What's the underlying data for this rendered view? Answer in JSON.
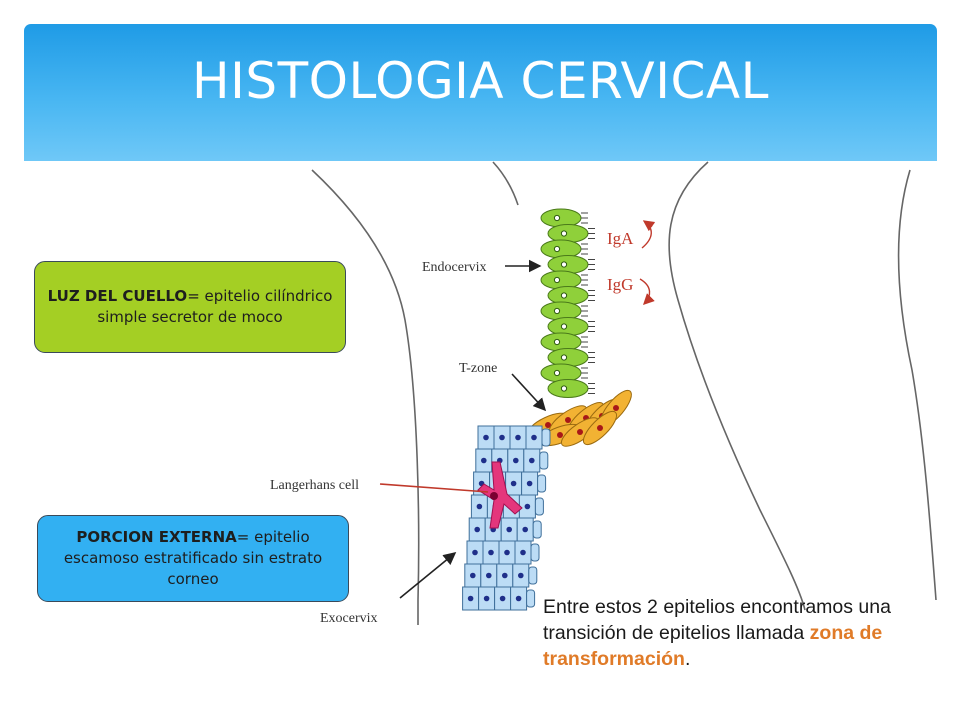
{
  "slide": {
    "title": "HISTOLOGIA CERVICAL"
  },
  "callouts": {
    "luz": {
      "label_bold": "LUZ DEL CUELLO",
      "label_rest": "= epitelio cilíndrico simple secretor de moco"
    },
    "porcion": {
      "label_bold": "PORCION EXTERNA",
      "label_rest": "= epitelio escamoso estratificado sin estrato corneo"
    }
  },
  "diagram": {
    "endocervix_label": "Endocervix",
    "tzone_label": "T-zone",
    "langerhans_label": "Langerhans cell",
    "exocervix_label": "Exocervix",
    "iga_label": "IgA",
    "igg_label": "IgG"
  },
  "note": {
    "text_before": "Entre estos 2 epitelios encontramos una transición de epitelios llamada ",
    "highlight": "zona de transformación",
    "text_after": "."
  },
  "colors": {
    "banner": "#2ba6ee",
    "green_callout": "#a4cf24",
    "blue_callout": "#32b0f2",
    "highlight_orange": "#e07b28",
    "columnar_cell": "#8fd03a",
    "tzone_cell": "#f2b233",
    "squamous_cell": "#bcdcf5",
    "langerhans_cell": "#e4367c"
  }
}
